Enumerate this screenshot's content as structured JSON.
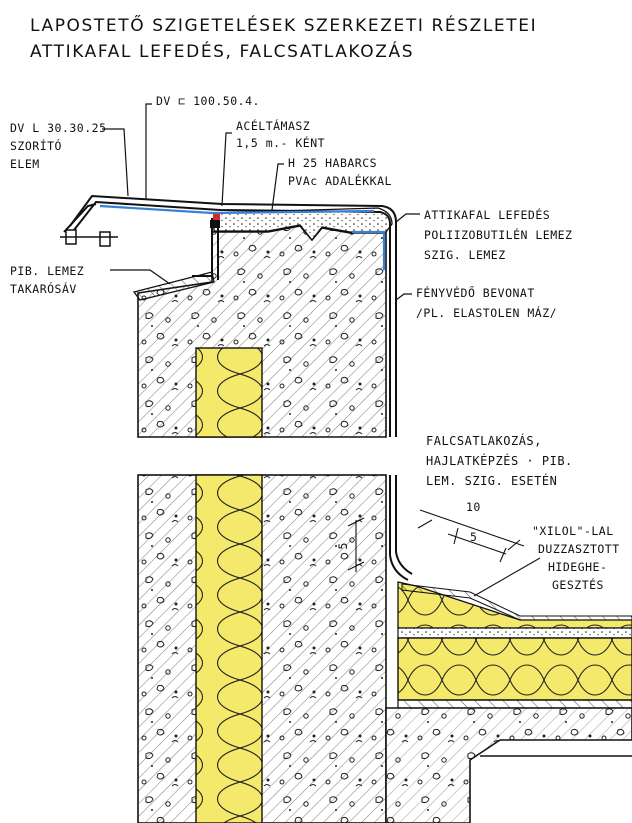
{
  "title": {
    "line1": "LAPOSTETŐ SZIGETELÉSEK SZERKEZETI RÉSZLETEI",
    "line2": "ATTIKAFAL LEFEDÉS, FALCSATLAKOZÁS"
  },
  "labels": {
    "dv_l_1": "DV L 30.30.25",
    "dv_l_2": "SZORÍTÓ",
    "dv_l_3": "ELEM",
    "dv_c": "DV ⊏ 100.50.4.",
    "acel_1": "ACÉLTÁMASZ",
    "acel_2": "1,5 m.- KÉNT",
    "h25_1": "H 25 HABARCS",
    "h25_2": "PVAc ADALÉKKAL",
    "attika_1": "ATTIKAFAL LEFEDÉS",
    "attika_2": "POLIIZOBUTILÉN LEMEZ",
    "attika_3": "SZIG. LEMEZ",
    "pib_1": "PIB. LEMEZ",
    "pib_2": "TAKARÓSÁV",
    "feny_1": "FÉNYVÉDŐ BEVONAT",
    "feny_2": "/PL. ELASTOLEN MÁZ/",
    "falcs_1": "FALCSATLAKOZÁS,",
    "falcs_2": "HAJLATKÉPZÉS · PIB.",
    "falcs_3": "LEM. SZIG. ESETÉN",
    "xilol_1": "\"XILOL\"-LAL",
    "xilol_2": "DUZZASZTOTT",
    "xilol_3": "HIDEGHE-",
    "xilol_4": "GESZTÉS",
    "dim_10": "10",
    "dim_5a": "5",
    "dim_5b": "5"
  },
  "colors": {
    "ink": "#1a1a1a",
    "insulation": "#f4e96a",
    "membrane": "#3a7fd6",
    "sealant": "#d42a2a"
  }
}
